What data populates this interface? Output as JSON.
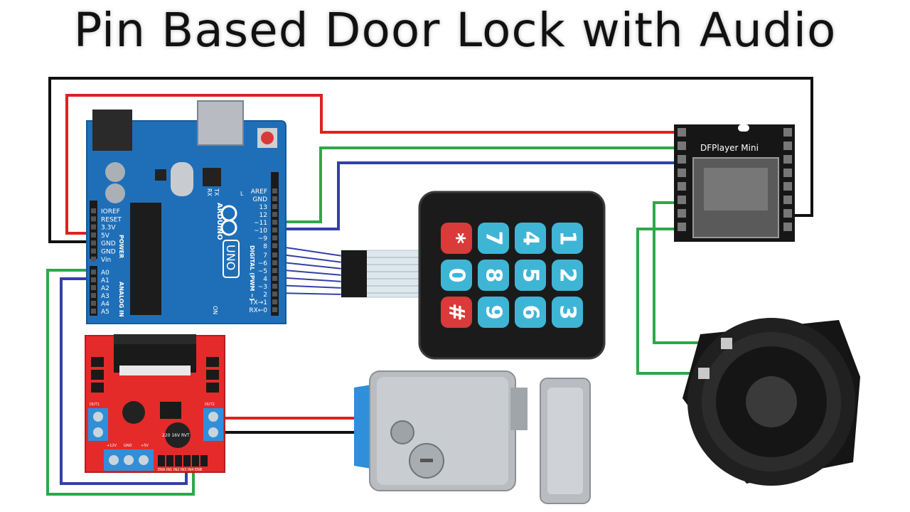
{
  "title": "Pin Based Door Lock with Audio",
  "arduino": {
    "logo_text": "ARDUINO",
    "model": "UNO",
    "power_header_label": "POWER",
    "analog_header_label": "ANALOG IN",
    "digital_header_label": "DIGITAL (PWM ~)",
    "on_label": "ON",
    "tx_label": "TX",
    "rx_label": "RX",
    "l_label": "L",
    "power_pins": [
      "IOREF",
      "RESET",
      "3.3V",
      "5V",
      "GND",
      "GND",
      "Vin"
    ],
    "analog_pins": [
      "A0",
      "A1",
      "A2",
      "A3",
      "A4",
      "A5"
    ],
    "digital_pins_top": [
      "AREF",
      "GND",
      "13",
      "12",
      "~11",
      "~10",
      "~9",
      "8"
    ],
    "digital_pins_bottom": [
      "7",
      "~6",
      "~5",
      "4",
      "~3",
      "2",
      "TX→1",
      "RX←0"
    ]
  },
  "keypad": {
    "rows": [
      [
        "*",
        "7",
        "4",
        "1"
      ],
      [
        "0",
        "8",
        "5",
        "2"
      ],
      [
        "#",
        "9",
        "6",
        "3"
      ]
    ]
  },
  "dfplayer": {
    "label": "DFPlayer Mini"
  },
  "driver": {
    "cap_label": "220 16V RVT",
    "out1_label": "OUT1",
    "out2_label": "OUT2",
    "v12_label": "+12V",
    "gnd_label": "GND",
    "v5_label": "+5V",
    "pin_labels": "ENA IN1 IN2 IN3 IN4 ENB"
  },
  "colors": {
    "red_wire": "#e02020",
    "green_wire": "#2ea84a",
    "blue_wire": "#3340a8",
    "black_wire": "#111111",
    "arduino_blue": "#1f6fb8",
    "driver_red": "#e52a2a",
    "key_red": "#d93a3a",
    "key_cyan": "#3fb5d6"
  }
}
